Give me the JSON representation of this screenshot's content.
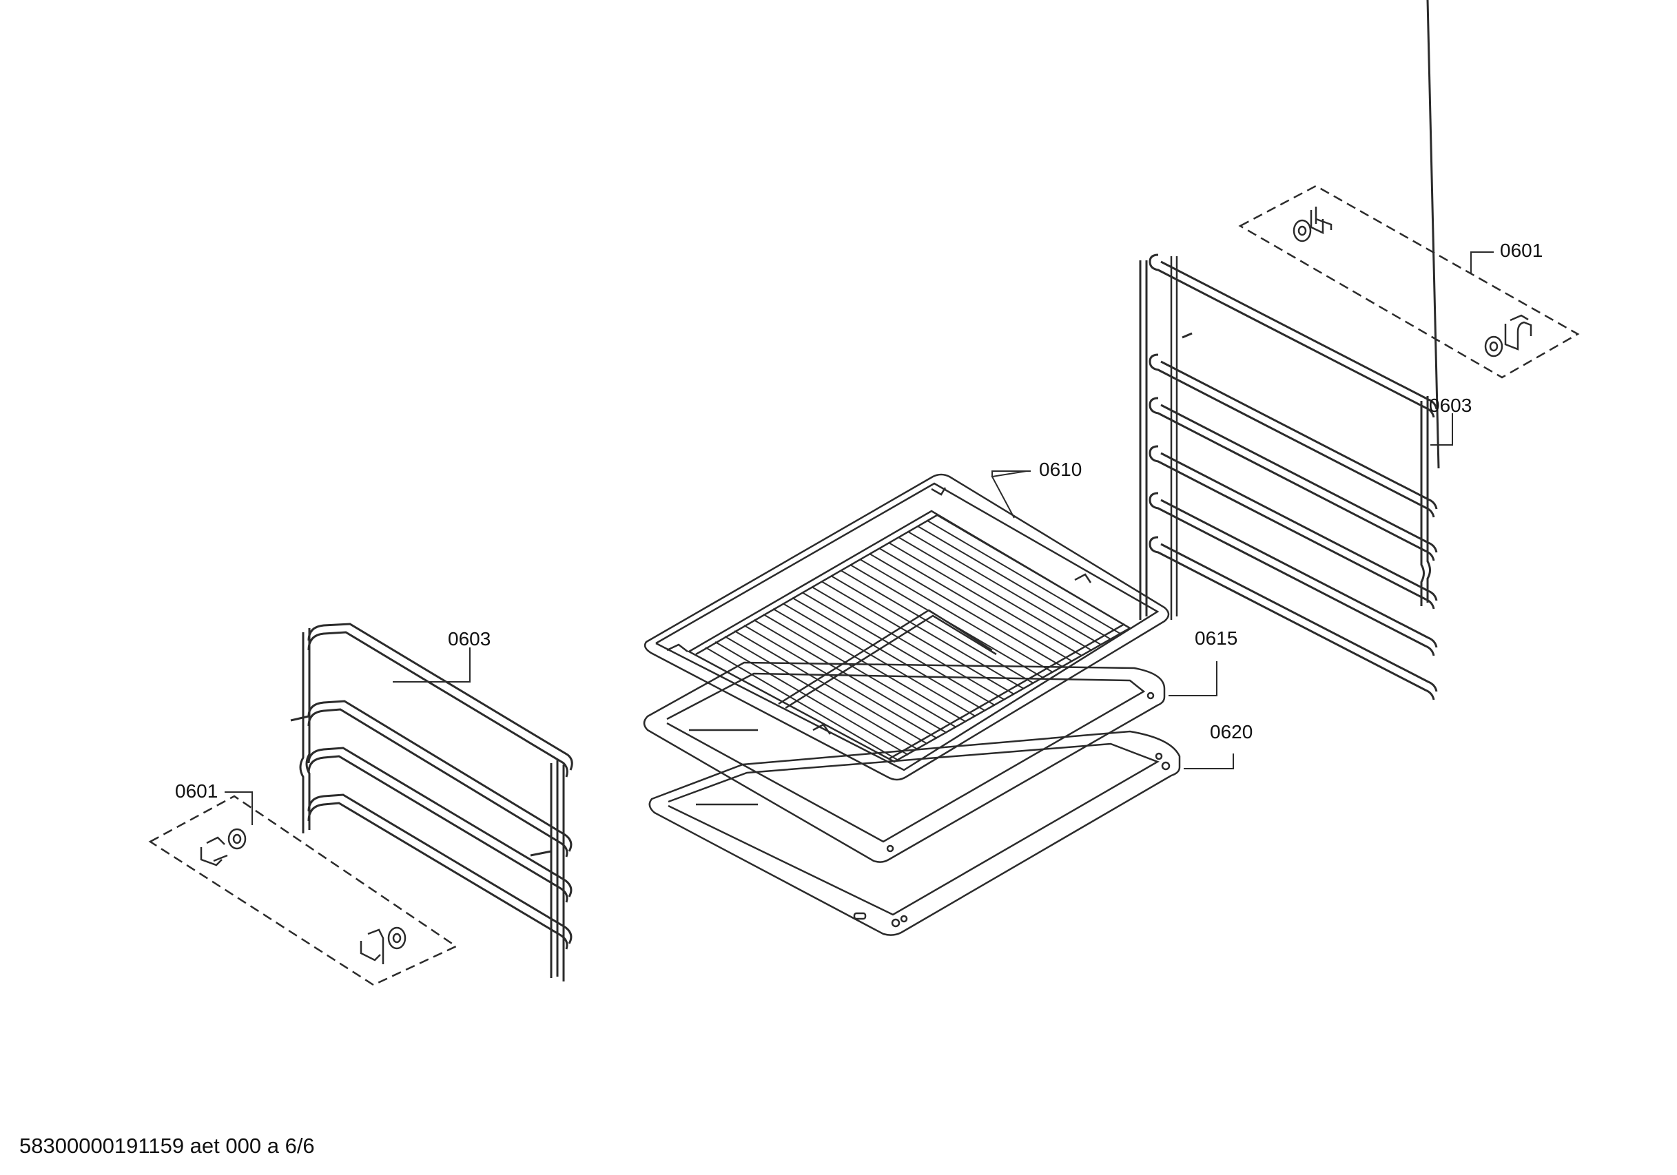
{
  "labels": {
    "clip_set_right": "0601",
    "rail_right": "0603",
    "grid_shelf": "0610",
    "rail_left": "0603",
    "baking_tray": "0615",
    "clip_set_left": "0601",
    "deep_pan": "0620"
  },
  "footer": {
    "code": "58300000191159 aet 000 a 6/6"
  },
  "colors": {
    "line": "#2b2b2b",
    "background": "#ffffff"
  }
}
